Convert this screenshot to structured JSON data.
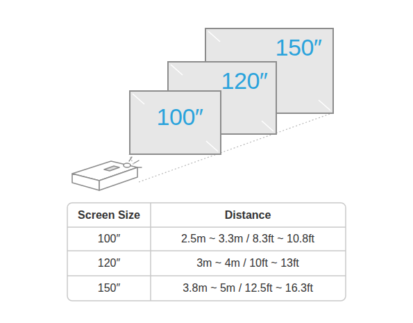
{
  "diagram": {
    "nodes": [
      {
        "text": [
          "100″"
        ]
      },
      {
        "text": [
          "120″"
        ]
      },
      {
        "text": [
          "150″"
        ]
      }
    ],
    "labels": [
      "Screen Size",
      "Distance",
      "100″",
      "2.5m ~ 3.3m / 8.3ft ~ 10.8ft",
      "120″",
      "3m ~ 4m / 10ft ~ 13ft",
      "150″",
      "3.8m ~ 5m / 12.5ft ~ 16.3ft"
    ]
  }
}
